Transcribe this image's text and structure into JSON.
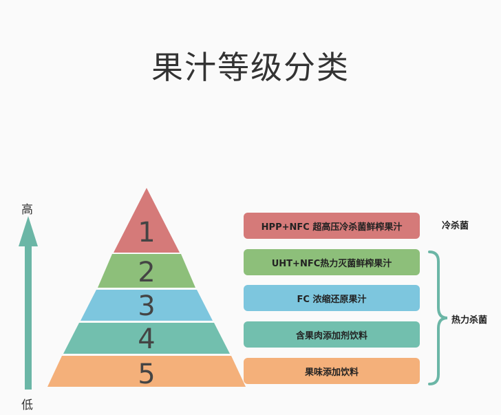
{
  "title": "果汁等级分类",
  "axis": {
    "high": "高",
    "low": "低"
  },
  "colors": {
    "level1": "#d57a79",
    "level2": "#8dbf7a",
    "level3": "#7dc6de",
    "level4": "#72bfae",
    "level5": "#f4b07a",
    "arrow": "#6bb6a6"
  },
  "levels": [
    {
      "number": "1",
      "label": "HPP+NFC 超高压冷杀菌鲜榨果汁"
    },
    {
      "number": "2",
      "label": "UHT+NFC热力灭菌鲜榨果汁"
    },
    {
      "number": "3",
      "label": "FC 浓缩还原果汁"
    },
    {
      "number": "4",
      "label": "含果肉添加剂饮料"
    },
    {
      "number": "5",
      "label": "果味添加饮料"
    }
  ],
  "groups": {
    "cold": "冷杀菌",
    "heat": "热力杀菌"
  }
}
